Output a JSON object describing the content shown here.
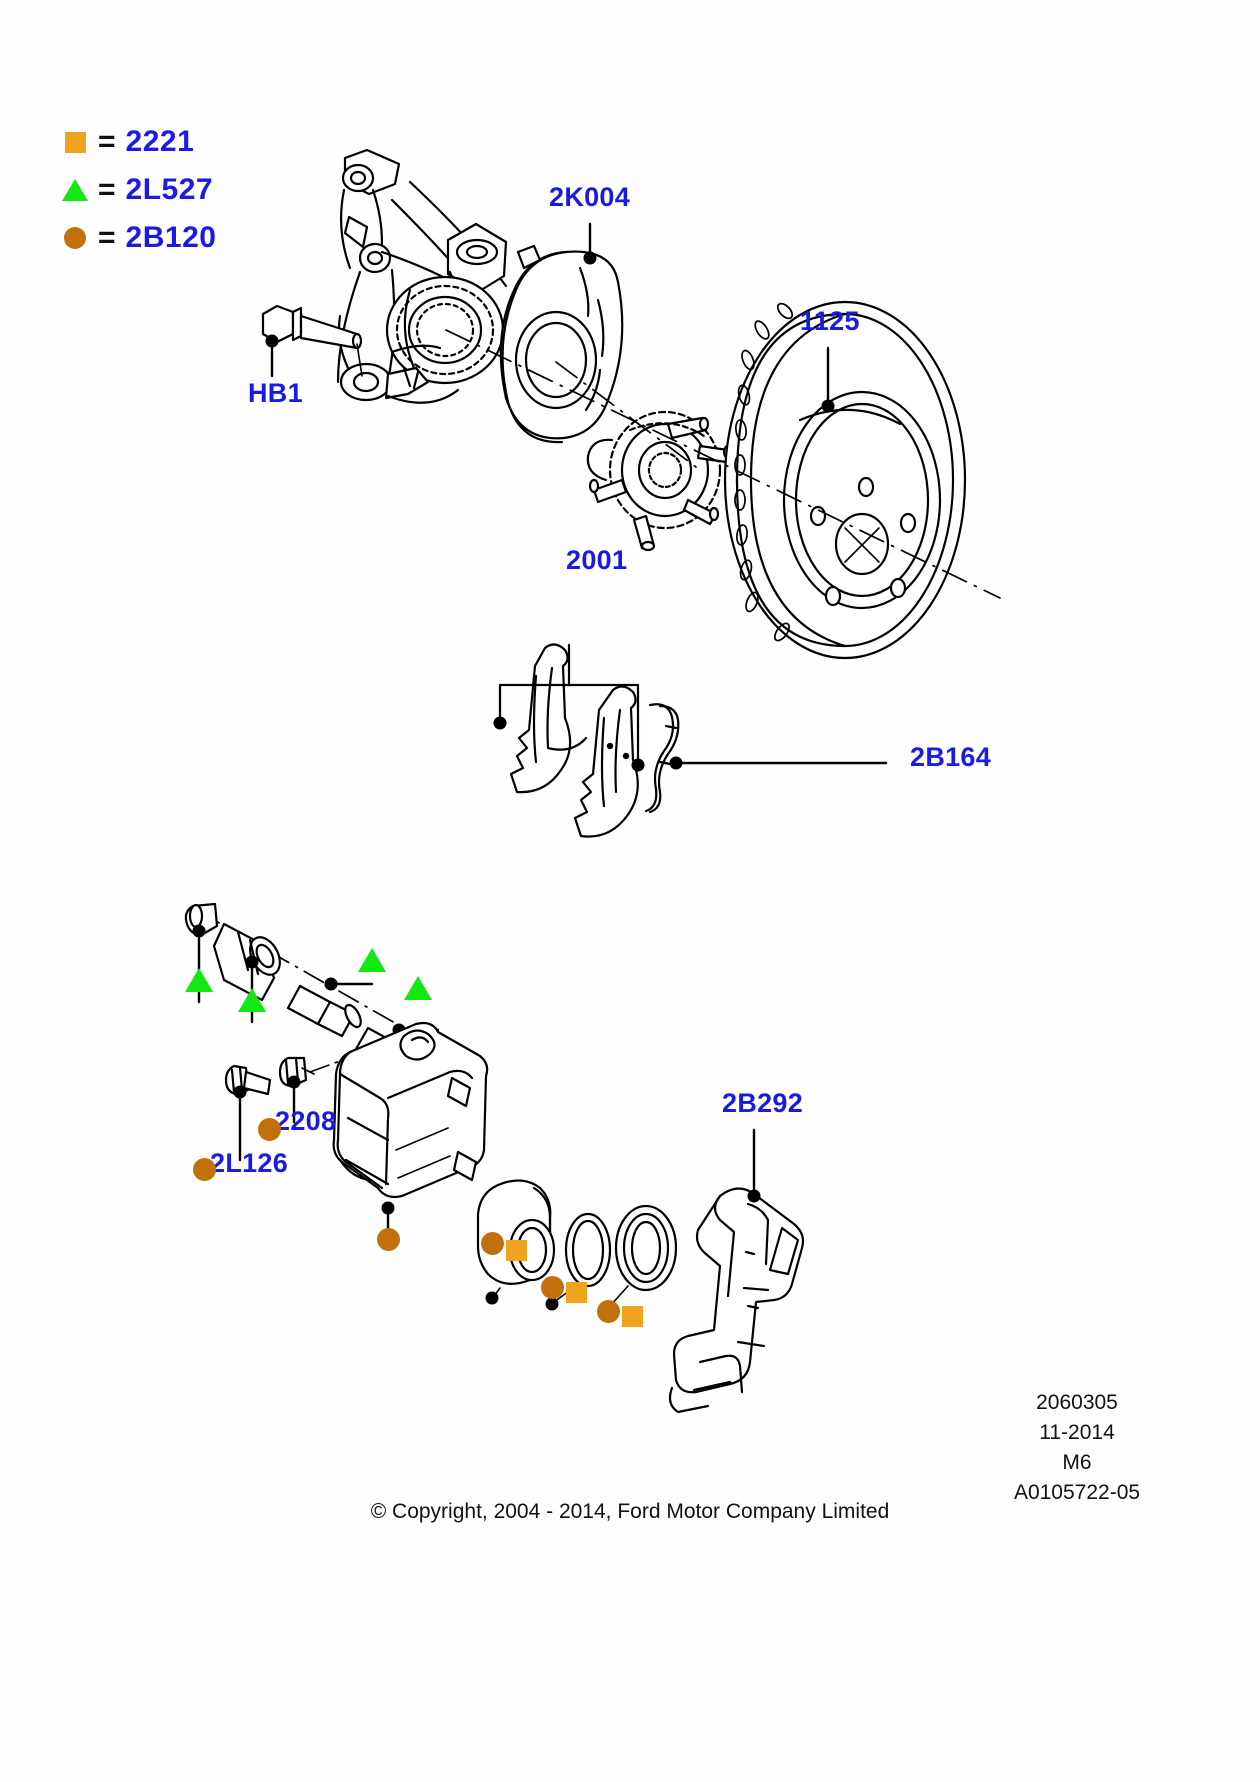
{
  "diagram": {
    "title": "Ford front brake assembly exploded parts diagram",
    "legend": [
      {
        "symbol": "square",
        "symbol_color": "#f0a41e",
        "equals": "=",
        "code": "2221"
      },
      {
        "symbol": "triangle",
        "symbol_color": "#13e813",
        "equals": "=",
        "code": "2L527"
      },
      {
        "symbol": "circle",
        "symbol_color": "#c1700c",
        "equals": "=",
        "code": "2B120"
      }
    ],
    "callouts": [
      {
        "id": "hb1",
        "code": "HB1",
        "part": "wheel-hub-bolt"
      },
      {
        "id": "k2004",
        "code": "2K004",
        "part": "brake-disc-shield"
      },
      {
        "id": "p1125",
        "code": "1125",
        "part": "brake-disc-rotor"
      },
      {
        "id": "p2001",
        "code": "2001",
        "part": "brake-pad-set"
      },
      {
        "id": "b2164",
        "code": "2B164",
        "part": "brake-pad-retaining-clip"
      },
      {
        "id": "l2126",
        "code": "2L126",
        "part": "caliper-bleed-screw"
      },
      {
        "id": "p2208",
        "code": "2208",
        "part": "caliper-bleed-nipple"
      },
      {
        "id": "b2292",
        "code": "2B292",
        "part": "caliper-anchor-bracket"
      }
    ],
    "footer": {
      "drawing_number": "2060305",
      "date": "11-2014",
      "revision": "M6",
      "figure_id": "A0105722-05",
      "copyright": "© Copyright, 2004 - 2014, Ford Motor Company Limited"
    }
  }
}
